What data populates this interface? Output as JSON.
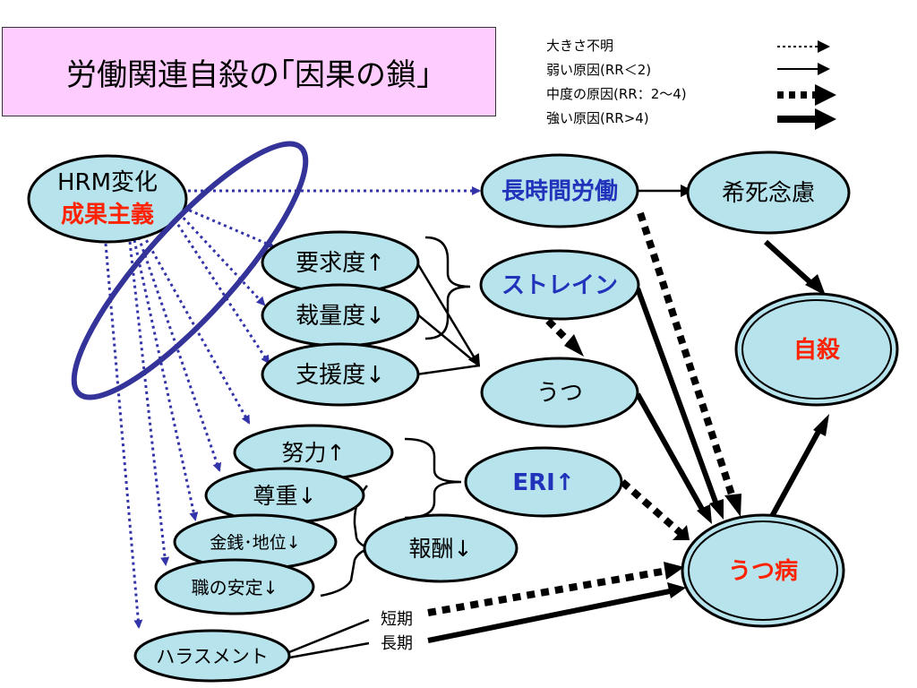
{
  "title": "労働関連自殺の｢因果の鎖｣",
  "legend": {
    "items": [
      {
        "label": "大きさ不明",
        "style": "dotted-thin"
      },
      {
        "label": "弱い原因(RR＜2)",
        "style": "solid-thin"
      },
      {
        "label": "中度の原因(RR：2〜4)",
        "style": "dotted-thick"
      },
      {
        "label": "強い原因(RR>4)",
        "style": "solid-thick"
      }
    ]
  },
  "nodes": {
    "hrm": {
      "line1": "HRM変化",
      "line2": "成果主義"
    },
    "long_hours": "長時間労働",
    "death_wish": "希死念慮",
    "suicide": "自殺",
    "strain": "ストレイン",
    "demand": "要求度↑",
    "control": "裁量度↓",
    "support": "支援度↓",
    "utsu": "うつ",
    "effort": "努力↑",
    "esteem": "尊重↓",
    "money_status": "金銭･地位↓",
    "job_security": "職の安定↓",
    "reward": "報酬↓",
    "eri": "ERI↑",
    "depression": "うつ病",
    "harassment": "ハラスメント",
    "short_term": "短期",
    "long_term": "長期"
  },
  "colors": {
    "node_fill": "#b7e3ec",
    "title_bg": "#ffccff",
    "dotted_blue": "#3333aa",
    "ellipse": "#333399",
    "red_text": "#ff2200",
    "blue_text": "#2233bb"
  }
}
